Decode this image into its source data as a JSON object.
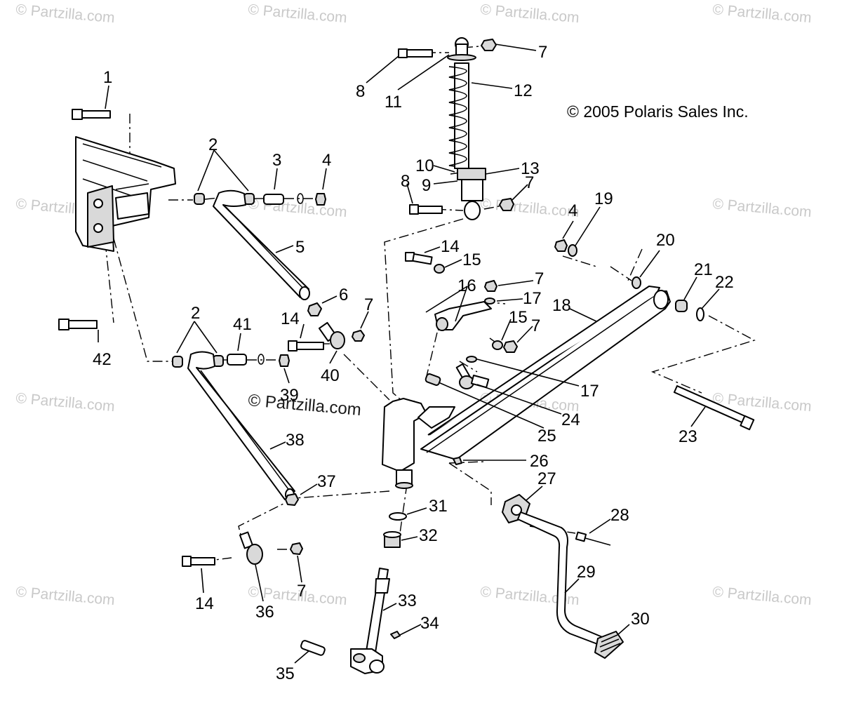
{
  "watermark": "© Partzilla.com",
  "copyright": "© 2005 Polaris Sales Inc.",
  "callouts": [
    {
      "label": "1"
    },
    {
      "label": "2"
    },
    {
      "label": "3"
    },
    {
      "label": "4"
    },
    {
      "label": "5"
    },
    {
      "label": "2"
    },
    {
      "label": "41"
    },
    {
      "label": "14"
    },
    {
      "label": "39"
    },
    {
      "label": "40"
    },
    {
      "label": "6"
    },
    {
      "label": "7"
    },
    {
      "label": "42"
    },
    {
      "label": "38"
    },
    {
      "label": "37"
    },
    {
      "label": "14"
    },
    {
      "label": "36"
    },
    {
      "label": "7"
    },
    {
      "label": "35"
    },
    {
      "label": "33"
    },
    {
      "label": "34"
    },
    {
      "label": "31"
    },
    {
      "label": "32"
    },
    {
      "label": "26"
    },
    {
      "label": "8"
    },
    {
      "label": "11"
    },
    {
      "label": "7"
    },
    {
      "label": "12"
    },
    {
      "label": "10"
    },
    {
      "label": "9"
    },
    {
      "label": "13"
    },
    {
      "label": "8"
    },
    {
      "label": "7"
    },
    {
      "label": "14"
    },
    {
      "label": "15"
    },
    {
      "label": "16"
    },
    {
      "label": "7"
    },
    {
      "label": "17"
    },
    {
      "label": "15"
    },
    {
      "label": "7"
    },
    {
      "label": "17"
    },
    {
      "label": "24"
    },
    {
      "label": "25"
    },
    {
      "label": "4"
    },
    {
      "label": "19"
    },
    {
      "label": "20"
    },
    {
      "label": "21"
    },
    {
      "label": "22"
    },
    {
      "label": "18"
    },
    {
      "label": "23"
    },
    {
      "label": "27"
    },
    {
      "label": "28"
    },
    {
      "label": "29"
    },
    {
      "label": "30"
    }
  ]
}
